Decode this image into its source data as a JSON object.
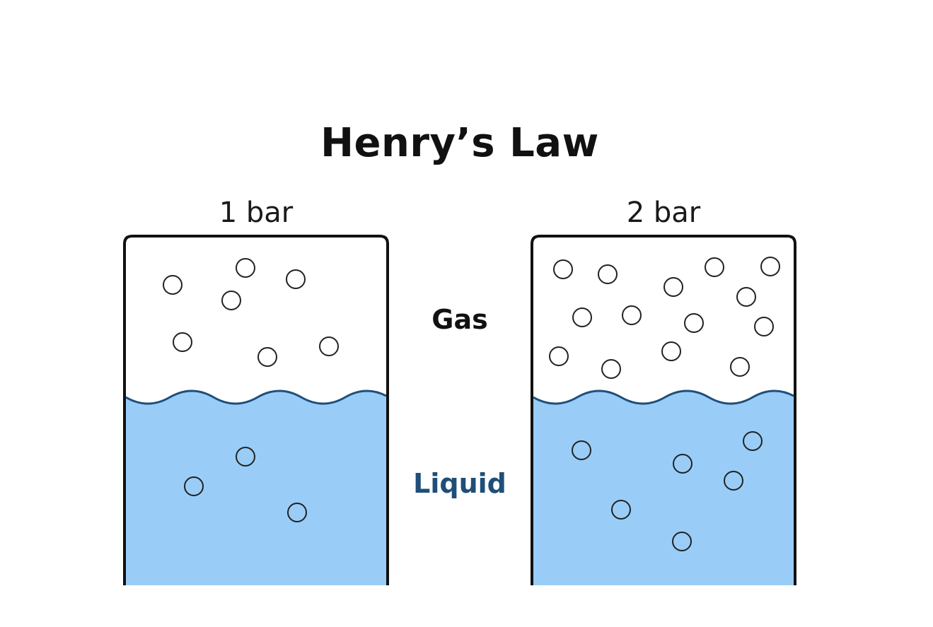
{
  "title": "Henry’s Law",
  "phase_labels": {
    "gas": "Gas",
    "liquid": "Liquid"
  },
  "containers": [
    {
      "pressure_label": "1 bar",
      "gas_bubble_count": 7,
      "liquid_bubble_count": 3
    },
    {
      "pressure_label": "2 bar",
      "gas_bubble_count": 14,
      "liquid_bubble_count": 6
    }
  ],
  "colors": {
    "liquid_fill": "#99cdf8",
    "surface_wave": "#1f4e79",
    "container_outline": "#111111",
    "bubble_stroke": "#222222",
    "liquid_label": "#1f4e79"
  }
}
